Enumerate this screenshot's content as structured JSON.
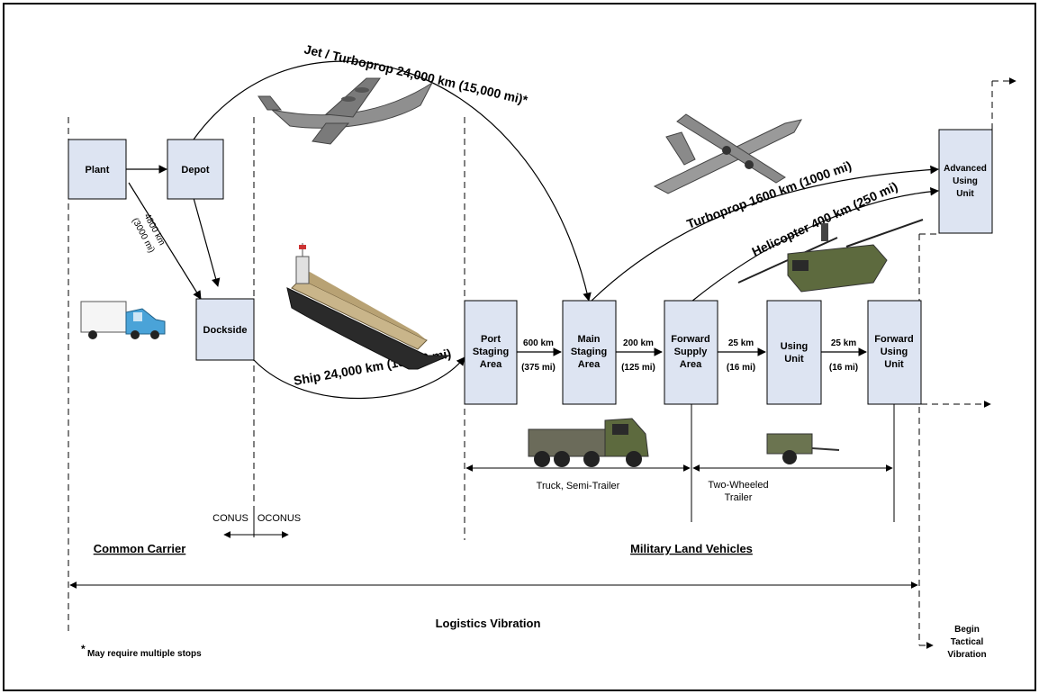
{
  "nodes": {
    "plant": "Plant",
    "depot": "Depot",
    "dockside": "Dockside",
    "port_staging": [
      "Port",
      "Staging",
      "Area"
    ],
    "main_staging": [
      "Main",
      "Staging",
      "Area"
    ],
    "forward_supply": [
      "Forward",
      "Supply",
      "Area"
    ],
    "using_unit": [
      "Using",
      "Unit"
    ],
    "forward_using": [
      "Forward",
      "Using",
      "Unit"
    ],
    "advanced_using": [
      "Advanced",
      "Using",
      "Unit"
    ]
  },
  "routes": {
    "jet": "Jet / Turboprop 24,000 km (15,000 mi)*",
    "ship": "Ship 24,000 km (15,000 mi)",
    "turboprop": "Turboprop 1600 km (1000 mi)",
    "helicopter": "Helicopter 400 km (250 mi)",
    "plant_dock_km": "4800 km",
    "plant_dock_mi": "(3000 mi)"
  },
  "legs": [
    {
      "km": "600 km",
      "mi": "(375 mi)"
    },
    {
      "km": "200 km",
      "mi": "(125 mi)"
    },
    {
      "km": "25 km",
      "mi": "(16 mi)"
    },
    {
      "km": "25 km",
      "mi": "(16 mi)"
    }
  ],
  "spans": {
    "truck": "Truck, Semi-Trailer",
    "trailer": [
      "Two-Wheeled",
      "Trailer"
    ],
    "conus": "CONUS",
    "oconus": "OCONUS"
  },
  "sections": {
    "common_carrier": "Common Carrier",
    "military_land": "Military Land Vehicles",
    "logistics": "Logistics Vibration",
    "tactical": [
      "Begin",
      "Tactical",
      "Vibration"
    ]
  },
  "footnote": {
    "mark": "*",
    "text": "May require multiple stops"
  },
  "colors": {
    "box_fill": "#dde4f2",
    "aircraft": "#8a8a8a",
    "military_green": "#5d6a3e",
    "ship_hull": "#2a2a2a",
    "cargo": "#c9b58a",
    "truck_blue": "#4aa3d8"
  },
  "icons": [
    "cargo-jet-icon",
    "turboprop-aircraft-icon",
    "cargo-ship-icon",
    "semi-truck-icon",
    "military-truck-icon",
    "helicopter-icon",
    "two-wheeled-trailer-icon"
  ]
}
